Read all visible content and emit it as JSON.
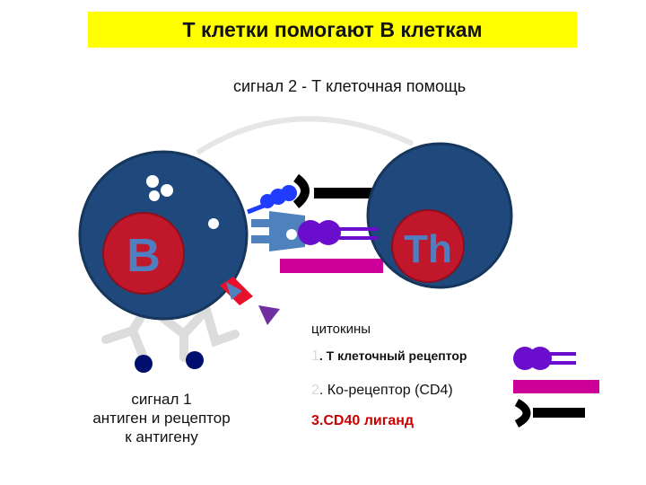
{
  "title": "Т клетки помогают В клеткам",
  "signal2_label": "сигнал 2 - Т клеточная помощь",
  "signal1_label": [
    "сигнал 1",
    "антиген и рецептор",
    "к антигену"
  ],
  "b_cell_label": "B",
  "t_cell_label": "Th",
  "legend": {
    "title": "цитокины",
    "items": [
      {
        "num": "1",
        "text": ". Т клеточный рецептор"
      },
      {
        "num": "2",
        "text": ". Ко-рецептор (CD4)"
      },
      {
        "num": "3",
        "text": ".CD40 лиганд"
      }
    ]
  },
  "colors": {
    "cell_blue": "#1f497d",
    "nucleus_red": "#c0182a",
    "tcr_purple": "#6a0dcc",
    "cd4_magenta": "#cc0099",
    "mhc_blue": "#4f81bd",
    "antibody": "#dcdcdc",
    "title_bg": "#ffff00"
  }
}
